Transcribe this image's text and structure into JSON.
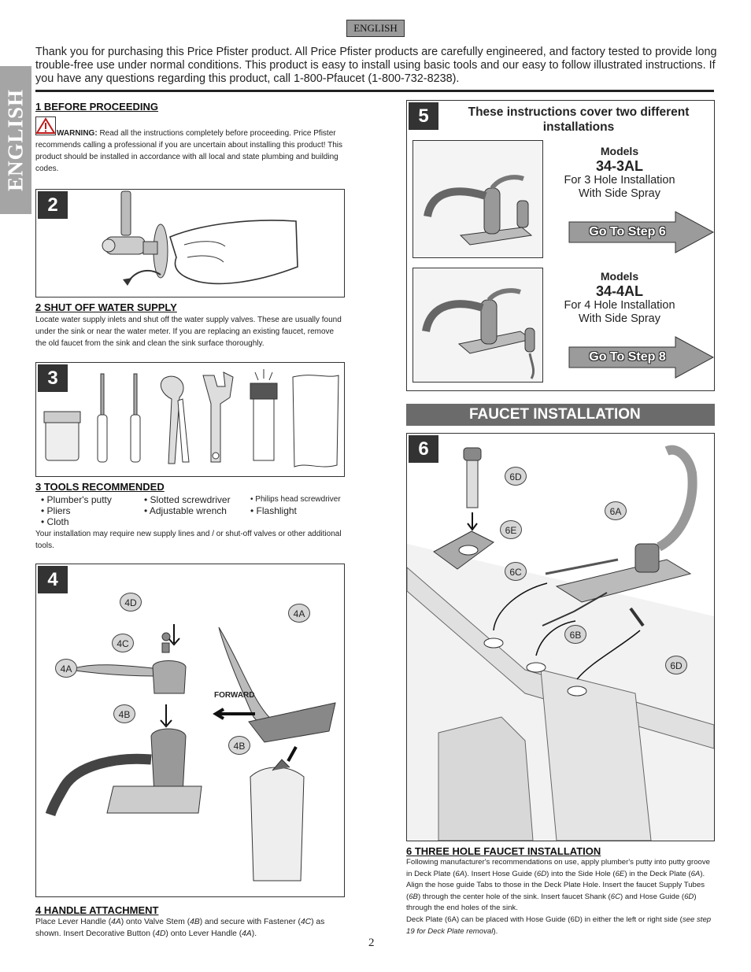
{
  "header": {
    "language_badge": "ENGLISH",
    "side_tab": "ENGLISH",
    "intro": "Thank you for purchasing this Price Pfister product.  All Price Pfister products are carefully engineered, and factory tested to provide long trouble-free use under normal conditions.  This product is easy to install using basic tools and our easy to follow illustrated instructions.  If you have any questions regarding this product, call 1-800-Pfaucet (1-800-732-8238)."
  },
  "section1": {
    "title": "1  BEFORE PROCEEDING",
    "warning_label": "WARNING:",
    "warning_text": " Read all the instructions completely before proceeding. Price Pfister recommends calling a professional if you are uncertain about installing this product! This product should be installed in accordance with all local and state plumbing and building codes."
  },
  "step2": {
    "number": "2",
    "title": "2  SHUT OFF WATER SUPPLY",
    "text": "Locate water supply inlets and shut off the water supply valves.  These are usually found under the sink or near the water meter.  If you are replacing an existing faucet, remove the old faucet from the sink and clean the sink surface thoroughly."
  },
  "step3": {
    "number": "3",
    "title": "3  TOOLS RECOMMENDED",
    "tools_col1": [
      "• Plumber's putty",
      "• Pliers",
      "• Cloth"
    ],
    "tools_col2": [
      "• Slotted screwdriver",
      "• Adjustable wrench"
    ],
    "tools_col3": [
      "• Philips head screwdriver",
      "• Flashlight"
    ],
    "note": "Your installation may require new supply lines and / or shut-off valves or other additional tools."
  },
  "step4": {
    "number": "4",
    "title": "4  HANDLE ATTACHMENT",
    "callouts": [
      "4D",
      "4C",
      "4A",
      "4B",
      "4A",
      "4B"
    ],
    "forward_label": "FORWARD",
    "text_parts": [
      "Place Lever Handle (",
      "4A",
      ") onto Valve Stem (",
      "4B",
      ") and secure with Fastener (",
      "4C",
      ") as shown.  Insert Decorative Button (",
      "4D",
      ") onto Lever Handle (",
      "4A",
      ")."
    ]
  },
  "step5": {
    "number": "5",
    "heading": "These instructions cover two different installations",
    "models": [
      {
        "label": "Models",
        "model": "34-3AL",
        "line1": "For 3 Hole Installation",
        "line2": "With Side Spray",
        "button": "Go To Step 6"
      },
      {
        "label": "Models",
        "model": "34-4AL",
        "line1": "For 4 Hole Installation",
        "line2": "With Side Spray",
        "button": "Go To Step 8"
      }
    ]
  },
  "faucet_installation": {
    "banner": "FAUCET INSTALLATION"
  },
  "step6": {
    "number": "6",
    "callouts": [
      "6D",
      "6A",
      "6E",
      "6C",
      "6B",
      "6D"
    ],
    "title": "6  THREE HOLE FAUCET INSTALLATION",
    "text_parts": [
      "Following manufacturer's recommendations on use, apply plumber's putty into putty groove in Deck Plate (",
      "6A",
      ").  Insert Hose Guide (",
      "6D",
      ") into the Side Hole (",
      "6E",
      ") in the Deck Plate (",
      "6A",
      ").  Align the hose guide Tabs to those in the Deck Plate Hole.  Insert the faucet Supply Tubes (",
      "6B",
      ") through the center hole of the sink.  Insert faucet Shank (",
      "6C",
      ")  and Hose Guide (",
      "6D",
      ") through the end holes of the sink."
    ],
    "note_parts": [
      "Deck Plate (6A) can be placed with Hose Guide (6D) in either the left or right side (",
      "see step 19 for Deck Plate removal",
      ")."
    ]
  },
  "footer": {
    "page_number": "2"
  }
}
